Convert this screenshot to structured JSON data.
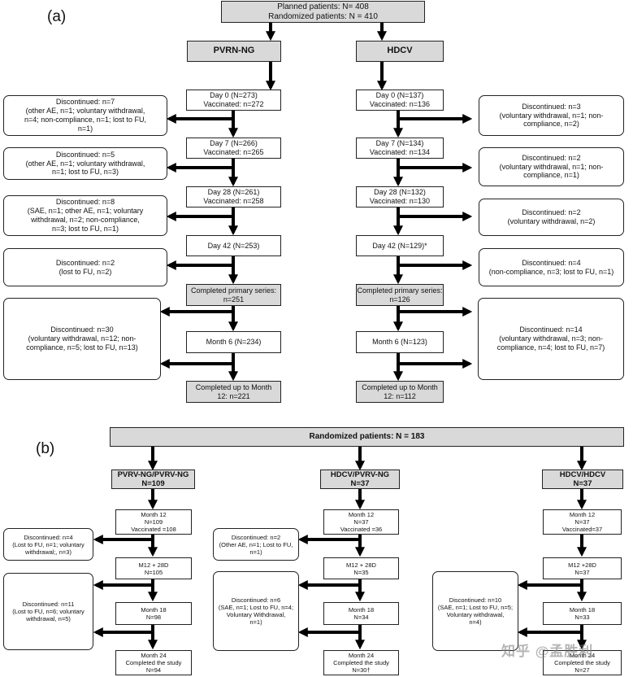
{
  "panel_a": {
    "label": "(a)",
    "top": {
      "line1": "Planned patients: N= 408",
      "line2": "Randomized patients: N = 410"
    },
    "left": {
      "header": "PVRN-NG",
      "day0": {
        "l1": "Day 0 (N=273)",
        "l2": "Vaccinated: n=272"
      },
      "disc0": {
        "l1": "Discontinued: n=7",
        "l2": "(other AE, n=1; voluntary withdrawal,",
        "l3": "n=4; non-compliance, n=1; lost to FU,",
        "l4": "n=1)"
      },
      "day7": {
        "l1": "Day 7 (N=266)",
        "l2": "Vaccinated: n=265"
      },
      "disc7": {
        "l1": "Discontinued: n=5",
        "l2": "(other AE, n=1; voluntary withdrawal,",
        "l3": "n=1; lost to FU, n=3)"
      },
      "day28": {
        "l1": "Day 28 (N=261)",
        "l2": "Vaccinated: n=258"
      },
      "disc28": {
        "l1": "Discontinued: n=8",
        "l2": "(SAE, n=1; other AE, n=1; voluntary",
        "l3": "withdrawal, n=2; non-compliance,",
        "l4": "n=3; lost to FU, n=1)"
      },
      "day42": {
        "l1": "Day 42 (N=253)"
      },
      "disc42": {
        "l1": "Discontinued: n=2",
        "l2": "(lost to FU, n=2)"
      },
      "completed": {
        "l1": "Completed primary series:",
        "l2": "n=251"
      },
      "disc_m6": {
        "l1": "Discontinued: n=30",
        "l2": "(voluntary withdrawal, n=12; non-",
        "l3": "compliance, n=5; lost to FU, n=13)"
      },
      "month6": {
        "l1": "Month 6 (N=234)"
      },
      "m12": {
        "l1": "Completed up to Month",
        "l2": "12: n=221"
      }
    },
    "right": {
      "header": "HDCV",
      "day0": {
        "l1": "Day 0 (N=137)",
        "l2": "Vaccinated: n=136"
      },
      "disc0": {
        "l1": "Discontinued: n=3",
        "l2": "(voluntary withdrawal, n=1; non-",
        "l3": "compliance, n=2)"
      },
      "day7": {
        "l1": "Day 7 (N=134)",
        "l2": "Vaccinated: n=134"
      },
      "disc7": {
        "l1": "Discontinued: n=2",
        "l2": "(voluntary withdrawal, n=1; non-",
        "l3": "compliance, n=1)"
      },
      "day28": {
        "l1": "Day 28 (N=132)",
        "l2": "Vaccinated: n=130"
      },
      "disc28": {
        "l1": "Discontinued: n=2",
        "l2": "(voluntary withdrawal, n=2)"
      },
      "day42": {
        "l1": "Day 42 (N=129)*"
      },
      "disc42": {
        "l1": "Discontinued: n=4",
        "l2": "(non-compliance, n=3; lost to FU, n=1)"
      },
      "completed": {
        "l1": "Completed primary series:",
        "l2": "n=126"
      },
      "disc_m6": {
        "l1": "Discontinued: n=14",
        "l2": "(voluntary withdrawal, n=3; non-",
        "l3": "compliance, n=4; lost to FU, n=7)"
      },
      "month6": {
        "l1": "Month 6 (N=123)"
      },
      "m12": {
        "l1": "Completed up to Month",
        "l2": "12: n=112"
      }
    }
  },
  "panel_b": {
    "label": "(b)",
    "top": "Randomized patients: N = 183",
    "col1": {
      "header": {
        "l1": "PVRV-NG/PVRV-NG",
        "l2": "N=109"
      },
      "m12": {
        "l1": "Month 12",
        "l2": "N=109",
        "l3": "Vaccinated =108"
      },
      "disc1": {
        "l1": "Discontinued: n=4",
        "l2": "(Lost to FU, n=1; voluntary",
        "l3": "withdrawal;, n=3)"
      },
      "m12_28": {
        "l1": "M12 + 28D",
        "l2": "N=105"
      },
      "disc2": {
        "l1": "Discontinued: n=11",
        "l2": "(Lost to FU, n=6; voluntary",
        "l3": "withdrawal, n=5)"
      },
      "m18": {
        "l1": "Month 18",
        "l2": "N=98"
      },
      "m24": {
        "l1": "Month 24",
        "l2": "Completed the study",
        "l3": "N=94"
      }
    },
    "col2": {
      "header": {
        "l1": "HDCV/PVRV-NG",
        "l2": "N=37"
      },
      "m12": {
        "l1": "Month 12",
        "l2": "N=37",
        "l3": "Vaccinated =36"
      },
      "disc1": {
        "l1": "Discontinued: n=2",
        "l2": "(Other AE, n=1; Lost to FU,",
        "l3": "n=1)"
      },
      "m12_28": {
        "l1": "M12 + 28D",
        "l2": "N=35"
      },
      "disc2": {
        "l1": "Discontinued: n=6",
        "l2": "(SAE, n=1; Lost to FU, n=4;",
        "l3": "Voluntary Withdrawal,",
        "l4": "n=1)"
      },
      "m18": {
        "l1": "Month 18",
        "l2": "N=34"
      },
      "m24": {
        "l1": "Month 24",
        "l2": "Completed the study",
        "l3": "N=30†"
      }
    },
    "col3": {
      "header": {
        "l1": "HDCV/HDCV",
        "l2": "N=37"
      },
      "m12": {
        "l1": "Month 12",
        "l2": "N=37",
        "l3": "Vaccinated=37"
      },
      "m12_28": {
        "l1": "M12 +28D",
        "l2": "N=37"
      },
      "disc": {
        "l1": "Discontinued: n=10",
        "l2": "(SAE, n=1; Lost to FU, n=5;",
        "l3": "Voluntary withdrawal,",
        "l4": "n=4)"
      },
      "m18": {
        "l1": "Month 18",
        "l2": "N=33"
      },
      "m24": {
        "l1": "Month 24",
        "l2": "Completed the study",
        "l3": "N=27"
      }
    }
  },
  "watermark": "知乎 @孟胜利",
  "colors": {
    "box_gray": "#d9d9d9",
    "arrow": "#000000",
    "border": "#222222"
  }
}
